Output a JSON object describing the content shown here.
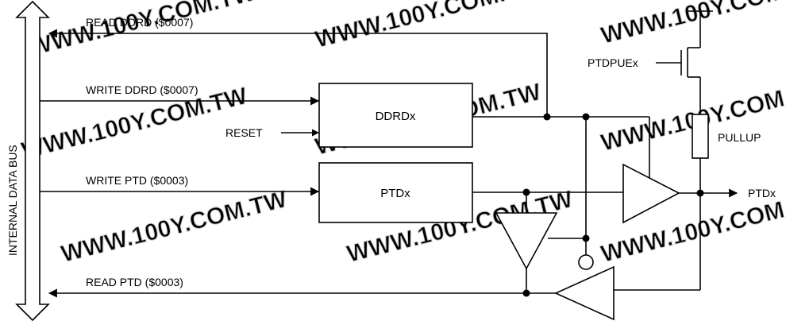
{
  "bus": {
    "label": "INTERNAL DATA BUS"
  },
  "signals": {
    "read_ddrd": "READ DDRD ($0007)",
    "write_ddrd": "WRITE DDRD ($0007)",
    "reset": "RESET",
    "write_ptd": "WRITE PTD ($0003)",
    "read_ptd": "READ PTD ($0003)"
  },
  "blocks": {
    "ddrd": "DDRDx",
    "ptd": "PTDx"
  },
  "pullup": {
    "enable_label": "PTDPUEx",
    "resistor_label": "PULLUP"
  },
  "output": {
    "pin_label": "PTDx"
  },
  "watermark": {
    "text": "WWW.100Y.COM.TW"
  },
  "colors": {
    "line": "#000000",
    "watermark": "#cfcfcf",
    "background": "#ffffff"
  }
}
